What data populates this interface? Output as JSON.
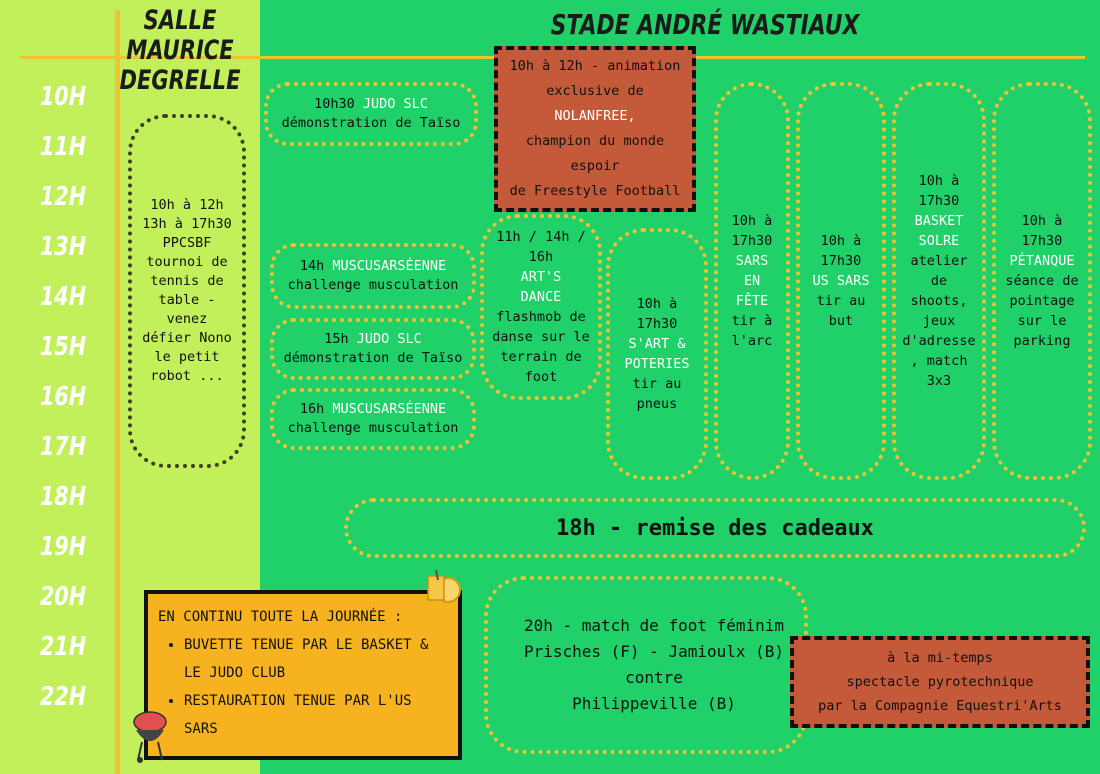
{
  "venues": {
    "left": "SALLE\nMAURICE\nDEGRELLE",
    "right": "STADE ANDRÉ WASTIAUX"
  },
  "hours": [
    "10H",
    "11H",
    "12H",
    "13H",
    "14H",
    "15H",
    "16H",
    "17H",
    "18H",
    "19H",
    "20H",
    "21H",
    "22H"
  ],
  "salle_event": {
    "lines": [
      "10h à 12h",
      "13h à 17h30",
      "PPCSBF",
      "tournoi de",
      "tennis de",
      "table -",
      "venez",
      "défier Nono",
      "le petit",
      "robot ..."
    ]
  },
  "events": {
    "judo_1030": {
      "time": "10h30",
      "name": "JUDO SLC",
      "desc": "démonstration de Taïso"
    },
    "muscu_14": {
      "time": "14h",
      "name": "MUSCUSARSÉENNE",
      "desc": "challenge musculation"
    },
    "judo_15": {
      "time": "15h",
      "name": "JUDO SLC",
      "desc": "démonstration de Taïso"
    },
    "muscu_16": {
      "time": "16h",
      "name": "MUSCUSARSÉENNE",
      "desc": "challenge musculation"
    },
    "animation": {
      "line1": "10h à 12h - animation",
      "line2": "exclusive de",
      "name": "NOLANFREE,",
      "line3": "champion du monde",
      "line4": "espoir",
      "line5": "de Freestyle Football"
    },
    "arts_dance": {
      "time1": "11h / 14h /",
      "time2": "16h",
      "name1": "ART'S",
      "name2": "DANCE",
      "d1": "flashmob de",
      "d2": "danse sur le",
      "d3": "terrain de",
      "d4": "foot"
    },
    "sart": {
      "t1": "10h à",
      "t2": "17h30",
      "n1": "S'ART &",
      "n2": "POTERIES",
      "d1": "tir au",
      "d2": "pneus"
    },
    "sars_fete": {
      "t1": "10h à",
      "t2": "17h30",
      "n1": "SARS",
      "n2": "EN",
      "n3": "FÊTE",
      "d1": "tir à",
      "d2": "l'arc"
    },
    "us_sars": {
      "t1": "10h à",
      "t2": "17h30",
      "n1": "US SARS",
      "d1": "tir au",
      "d2": "but"
    },
    "basket": {
      "t1": "10h à",
      "t2": "17h30",
      "n1": "BASKET",
      "n2": "SOLRE",
      "d1": "atelier",
      "d2": "de shoots,",
      "d3": "jeux",
      "d4": "d'adresse",
      "d5": ", match",
      "d6": "3x3"
    },
    "petanque": {
      "t1": "10h à",
      "t2": "17h30",
      "n1": "PÉTANQUE",
      "d1": "séance de",
      "d2": "pointage",
      "d3": "sur le",
      "d4": "parking"
    },
    "cadeaux": {
      "text": "18h - remise des cadeaux"
    },
    "match": {
      "l1": "20h - match de foot féminim",
      "l2": "Prisches (F) - Jamioulx (B)",
      "l3": "contre",
      "l4": "Philippeville (B)"
    },
    "pyro": {
      "l1": "à la mi-temps",
      "l2": "spectacle pyrotechnique",
      "l3": "par la Compagnie Equestri'Arts"
    }
  },
  "info": {
    "title": "EN CONTINU TOUTE LA JOURNÉE :",
    "items": [
      "BUVETTE TENUE PAR LE BASKET & LE JUDO CLUB",
      "RESTAURATION  TENUE PAR L'US SARS"
    ]
  },
  "colors": {
    "left_bg": "#c2f05a",
    "right_bg": "#20d068",
    "accent": "#f1c232",
    "highlight": "#c45a39",
    "info_bg": "#f7b21f"
  },
  "icons": [
    "drink-icon",
    "barbecue-icon"
  ]
}
